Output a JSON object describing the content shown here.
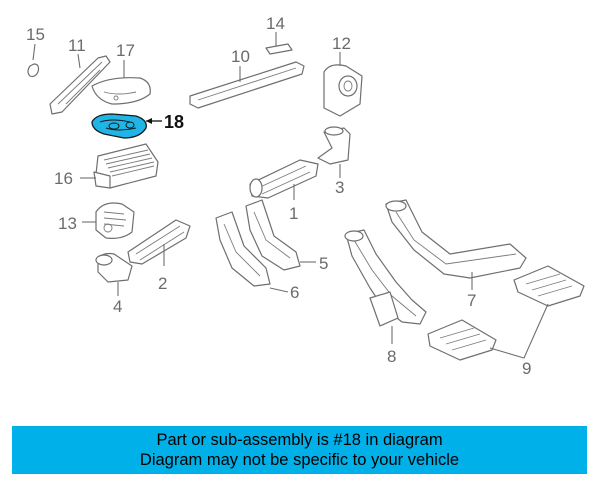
{
  "callouts": {
    "c1": "1",
    "c2": "2",
    "c3": "3",
    "c4": "4",
    "c5": "5",
    "c6": "6",
    "c7": "7",
    "c8": "8",
    "c9": "9",
    "c10": "10",
    "c11": "11",
    "c12": "12",
    "c13": "13",
    "c14": "14",
    "c15": "15",
    "c16": "16",
    "c17": "17",
    "c18": "18"
  },
  "highlight": {
    "part": "18",
    "color": "#1fb5e6"
  },
  "banner": {
    "line1": "Part or sub-assembly is #18 in diagram",
    "line2": "Diagram may not be specific to your vehicle",
    "color": "#00b0e8"
  }
}
